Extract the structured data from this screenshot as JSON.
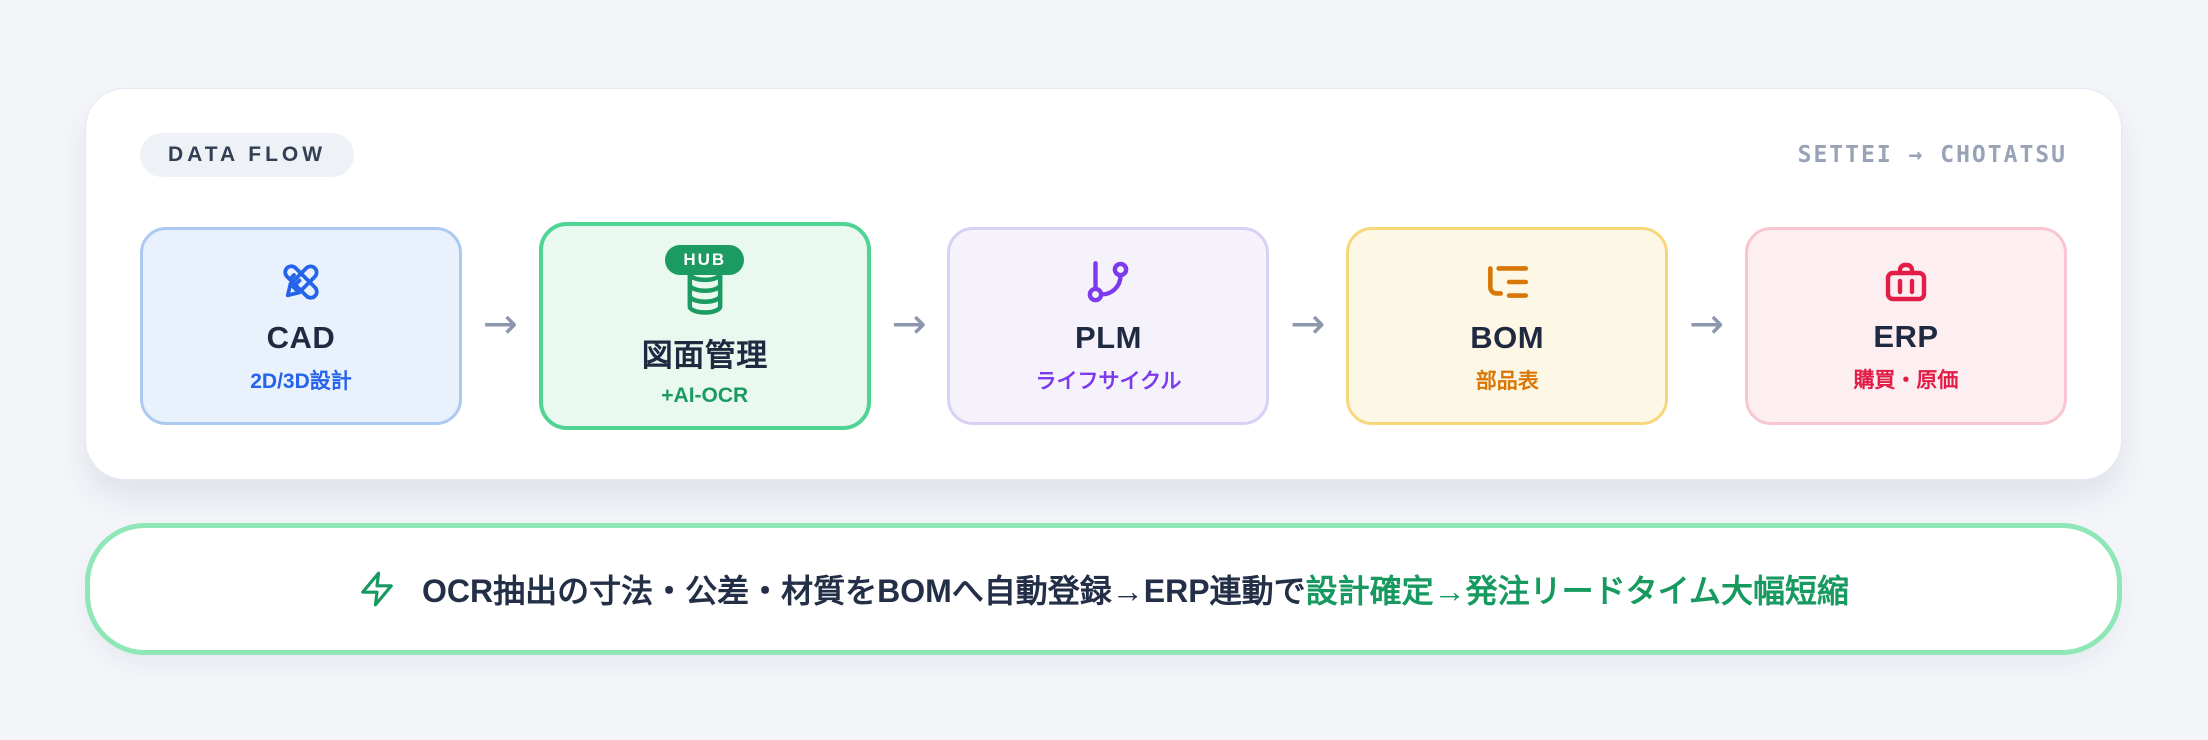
{
  "theme": {
    "page_bg": "#f3f5f9",
    "panel_bg": "#ffffff",
    "panel_border": "#e5e9f2",
    "badge_bg": "#eef1f6",
    "badge_text": "#333e54",
    "route_color": "#98a3b8",
    "title_color": "#1f2940",
    "arrow_color": "#8c97ad",
    "banner_border": "#8fe7b7",
    "banner_text_dark": "#232e47",
    "banner_green": "#179a60"
  },
  "header": {
    "badge": "DATA FLOW",
    "route": "SETTEI → CHOTATSU"
  },
  "flow": {
    "arrow": "→",
    "nodes": [
      {
        "id": "cad",
        "title": "CAD",
        "subtitle": "2D/3D設計",
        "icon": "design-tools-icon",
        "badge": null,
        "colors": {
          "bg": "#e9f1fc",
          "border": "#abc9f1",
          "accent": "#2563eb"
        }
      },
      {
        "id": "zumen-kanri",
        "title": "図面管理",
        "subtitle": "+AI-OCR",
        "icon": "database-icon",
        "badge": "HUB",
        "colors": {
          "bg": "#e9f9f0",
          "border": "#4fd494",
          "accent": "#1b9a61"
        }
      },
      {
        "id": "plm",
        "title": "PLM",
        "subtitle": "ライフサイクル",
        "icon": "git-branch-icon",
        "badge": null,
        "colors": {
          "bg": "#f5f2fc",
          "border": "#d9d0f5",
          "accent": "#7c3aed"
        }
      },
      {
        "id": "bom",
        "title": "BOM",
        "subtitle": "部品表",
        "icon": "list-tree-icon",
        "badge": null,
        "colors": {
          "bg": "#fdf8e6",
          "border": "#f6d87b",
          "accent": "#d97706"
        }
      },
      {
        "id": "erp",
        "title": "ERP",
        "subtitle": "購買・原価",
        "icon": "briefcase-icon",
        "badge": null,
        "colors": {
          "bg": "#fdeef1",
          "border": "#f7c6d0",
          "accent": "#e11d48"
        }
      }
    ]
  },
  "banner": {
    "icon": "zap-icon",
    "text_dark": "OCR抽出の寸法・公差・材質をBOMへ自動登録→ERP連動で",
    "text_green": "設計確定→発注リードタイム大幅短縮"
  }
}
